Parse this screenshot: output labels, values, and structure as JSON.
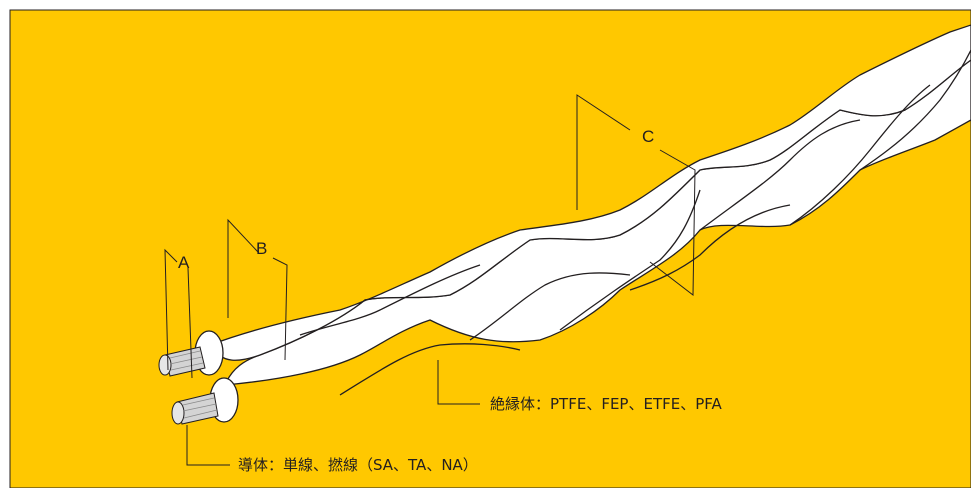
{
  "colors": {
    "background": "#ffc800",
    "border": "#231f20",
    "wire": "#ffffff",
    "conductor": "#d4d4d4",
    "line": "#231f20"
  },
  "labels": {
    "a": "A",
    "b": "B",
    "c": "C",
    "conductor": "導体：単線、撚線（SA、TA、NA）",
    "insulation": "絶縁体：PTFE、FEP、ETFE、PFA"
  }
}
